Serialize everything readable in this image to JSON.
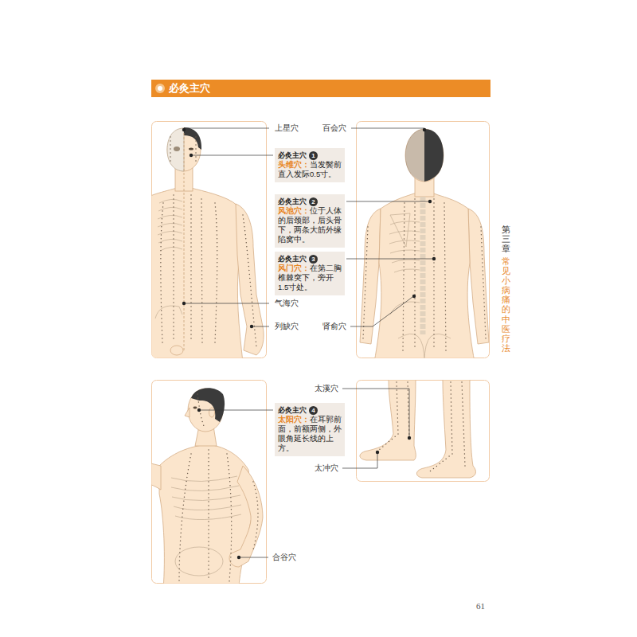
{
  "diagram": {
    "title": "必灸主穴",
    "nodes": [
      {
        "text": [
          "必灸主穴",
          "1",
          "头维穴：",
          "当发鬓前直入发际0.5寸。"
        ]
      },
      {
        "text": [
          "必灸主穴",
          "2",
          "风池穴：",
          "位于人体的后颈部，后头骨下，两条大筋外缘陷窝中。"
        ]
      },
      {
        "text": [
          "必灸主穴",
          "3",
          "风门穴：",
          "在第二胸椎棘突下，旁开1.5寸处。"
        ]
      },
      {
        "text": [
          "必灸主穴",
          "4",
          "太阳穴：",
          "在耳郭前面，前额两侧，外眼角延长线的上方。"
        ]
      }
    ],
    "labels": [
      "上星穴",
      "气海穴",
      "列缺穴",
      "百会穴",
      "肾俞穴",
      "合谷穴",
      "太溪穴",
      "太冲穴",
      "第三章",
      "常见小病痛的中医疗法",
      "61"
    ]
  }
}
